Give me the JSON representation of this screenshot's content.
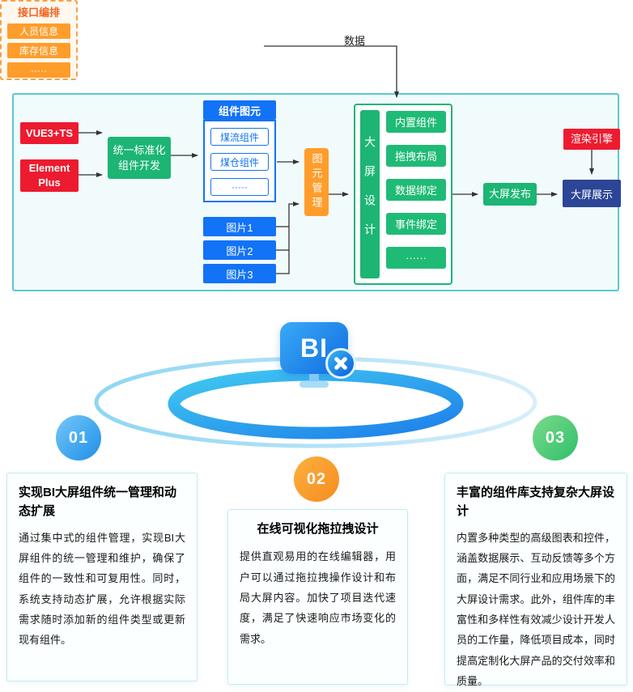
{
  "interface_group": {
    "title": "接口编排",
    "items": [
      "人员信息",
      "库存信息",
      "·····"
    ]
  },
  "data_label": "数据",
  "flow": {
    "tech_boxes": [
      "VUE3+TS",
      "Element Plus"
    ],
    "dev_box": {
      "line1": "统一标准化",
      "line2": "组件开发"
    },
    "primitives": {
      "title": "组件图元",
      "items": [
        "煤流组件",
        "煤仓组件",
        "·····"
      ]
    },
    "images": [
      "图片1",
      "图片2",
      "图片3"
    ],
    "manage_box": "图元管理",
    "design_bar": "大屏设计",
    "design_items": [
      "内置组件",
      "拖拽布局",
      "数据绑定",
      "事件绑定",
      "······"
    ],
    "publish_box": "大屏发布",
    "engine_box": "渲染引擎",
    "display_box": "大屏展示"
  },
  "logo": {
    "text": "BI"
  },
  "features": [
    {
      "number": "01",
      "title": "实现BI大屏组件统一管理和动态扩展",
      "body": "通过集中式的组件管理，实现BI大屏组件的统一管理和维护，确保了组件的一致性和可复用性。同时，系统支持动态扩展，允许根据实际需求随时添加新的组件类型或更新现有组件。"
    },
    {
      "number": "02",
      "title": "在线可视化拖拉拽设计",
      "body": "提供直观易用的在线编辑器，用户可以通过拖拉拽操作设计和布局大屏内容。加快了项目迭代速度，满足了快速响应市场变化的需求。"
    },
    {
      "number": "03",
      "title": "丰富的组件库支持复杂大屏设计",
      "body": "内置多种类型的高级图表和控件，涵盖数据展示、互动反馈等多个方面，满足不同行业和应用场景下的大屏设计需求。此外，组件库的丰富性和多样性有效减少设计开发人员的工作量，降低项目成本，同时提高定制化大屏产品的交付效率和质量。"
    }
  ],
  "colors": {
    "red": "#ED1B2F",
    "green": "#1CB574",
    "blue": "#1273F6",
    "orange": "#FF9D2B",
    "dark_blue": "#2C4596",
    "cyan_border": "#57CBD4"
  }
}
